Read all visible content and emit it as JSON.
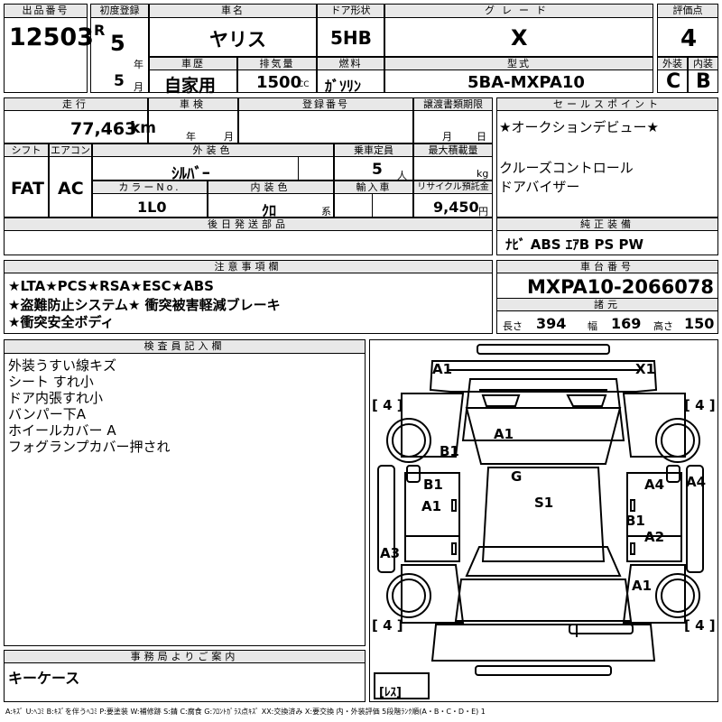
{
  "header": {
    "lot_no_label": "出品番号",
    "lot_no": "12503",
    "first_reg_label": "初度登録",
    "era": "R",
    "reg_year": "5",
    "year_unit": "年",
    "reg_month": "5",
    "month_unit": "月",
    "car_name_label": "車名",
    "car_name": "ヤリス",
    "door_label": "ドア形状",
    "door": "5HB",
    "grade_label": "グレード",
    "grade": "X",
    "score_label": "評価点",
    "score": "4",
    "history_label": "車歴",
    "history": "自家用",
    "displacement_label": "排気量",
    "displacement": "1500",
    "cc": "CC",
    "fuel_label": "燃料",
    "fuel": "ｶﾞｿﾘﾝ",
    "model_label": "型式",
    "model": "5BA-MXPA10",
    "exterior_label": "外装",
    "exterior": "C",
    "interior_label": "内装",
    "interior": "B"
  },
  "row2": {
    "mileage_label": "走行",
    "mileage": "77,463",
    "km": "km",
    "inspection_label": "車検",
    "insp_year_unit": "年",
    "insp_month_unit": "月",
    "regno_label": "登録番号",
    "transfer_label": "譲渡書類期限",
    "transfer_month_unit": "月",
    "transfer_day_unit": "日",
    "shift_label": "シフト",
    "shift": "FAT",
    "ac_label": "エアコン",
    "ac": "AC",
    "color_label": "外装色",
    "color": "ｼﾙﾊﾞｰ",
    "capacity_label": "乗車定員",
    "capacity": "5",
    "capacity_unit": "人",
    "load_label": "最大積載量",
    "load_unit": "kg",
    "color_no_label": "カラーNo.",
    "color_no": "1L0",
    "int_color_label": "内装色",
    "int_color": "ｸﾛ",
    "int_color_unit": "系",
    "import_label": "輸入車",
    "recycle_label": "リサイクル預託金",
    "recycle": "9,450",
    "recycle_unit": "円",
    "later_label": "後日発送部品"
  },
  "sales": {
    "label": "セールスポイント",
    "lines": [
      "★オークションデビュー★",
      "",
      "クルーズコントロール",
      "ドアバイザー"
    ]
  },
  "equip": {
    "label": "純正装備",
    "text": "ﾅﾋﾞ  ABS  ｴｱB  PS  PW"
  },
  "notes": {
    "label": "注意事項欄",
    "lines": [
      "★LTA★PCS★RSA★ESC★ABS",
      "★盗難防止システム★ 衝突被害軽減ブレーキ",
      "★衝突安全ボディ"
    ]
  },
  "chassis": {
    "label": "車台番号",
    "value": "MXPA10-2066078"
  },
  "spec": {
    "label": "諸元",
    "length_label": "長さ",
    "length": "394",
    "width_label": "幅",
    "width": "169",
    "height_label": "高さ",
    "height": "150"
  },
  "inspector": {
    "label": "検査員記入欄",
    "lines": [
      "外装うすい線キズ",
      "シート すれ小",
      "ドア内張すれ小",
      "バンパー下A",
      "ホイールカバー A",
      "フォグランプカバー押され"
    ]
  },
  "diagram": {
    "marks": [
      "A1",
      "X1",
      "A1",
      "B1",
      "G",
      "B1",
      "A1",
      "S1",
      "A4",
      "A4",
      "B1",
      "A2",
      "A3",
      "A1"
    ],
    "tires": [
      "[ 4 ]",
      "[ 4 ]",
      "[ 4 ]",
      "[ 4 ]"
    ],
    "spare": "[ﾚｽ]"
  },
  "office": {
    "label": "事務局よりご案内",
    "text": "キーケース"
  },
  "legend": "A:ｷｽﾞ U:ﾍｺﾐ B:ｷｽﾞを伴うﾍｺﾐ P:要塗装 W:補修跡 S:錆 C:腐食 G:ﾌﾛﾝﾄｶﾞﾗｽ点ｷｽﾞ XX:交換済み X:要交換 内・外装評価 5段階ﾗﾝｸ順(A・B・C・D・E) 1"
}
